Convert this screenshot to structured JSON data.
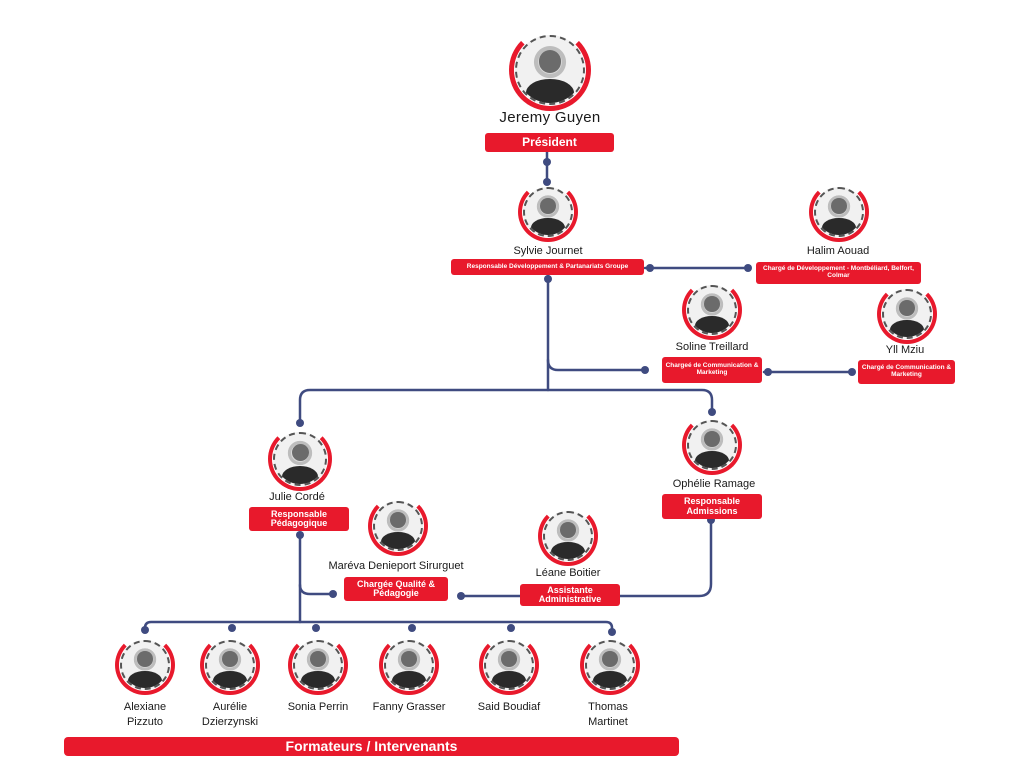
{
  "president": {
    "name": "Jeremy Guyen",
    "role": "Président"
  },
  "sylvie": {
    "name": "Sylvie Journet",
    "role": "Responsable Développement & Partanariats Groupe"
  },
  "halim": {
    "name": "Halim Aouad",
    "role": "Chargé de Développement - Montbéliard, Belfort, Colmar"
  },
  "soline": {
    "name": "Soline Treillard",
    "role": "Chargeé de Communication & Marketing"
  },
  "yll": {
    "name": "Yll Mziu",
    "role": "Chargé de Communication & Marketing"
  },
  "julie": {
    "name": "Julie Cordé",
    "role": "Responsable Pédagogique"
  },
  "ophelie": {
    "name": "Ophélie Ramage",
    "role": "Responsable Admissions"
  },
  "mareva": {
    "name": "Maréva Denieport Sirurguet",
    "role": "Chargée Qualité & Pédagogie"
  },
  "leane": {
    "name": "Léane Boitier",
    "role": "Assistante Administrative"
  },
  "trainers": [
    {
      "name_line1": "Alexiane",
      "name_line2": "Pizzuto"
    },
    {
      "name_line1": "Aurélie",
      "name_line2": "Dzierzynski"
    },
    {
      "name_line1": "Sonia Perrin",
      "name_line2": ""
    },
    {
      "name_line1": "Fanny Grasser",
      "name_line2": ""
    },
    {
      "name_line1": "Said Boudiaf",
      "name_line2": ""
    },
    {
      "name_line1": "Thomas",
      "name_line2": "Martinet"
    }
  ],
  "footer": {
    "label": "Formateurs / Intervenants"
  },
  "colors": {
    "accent": "#e8192c",
    "connector": "#3f4b80"
  }
}
